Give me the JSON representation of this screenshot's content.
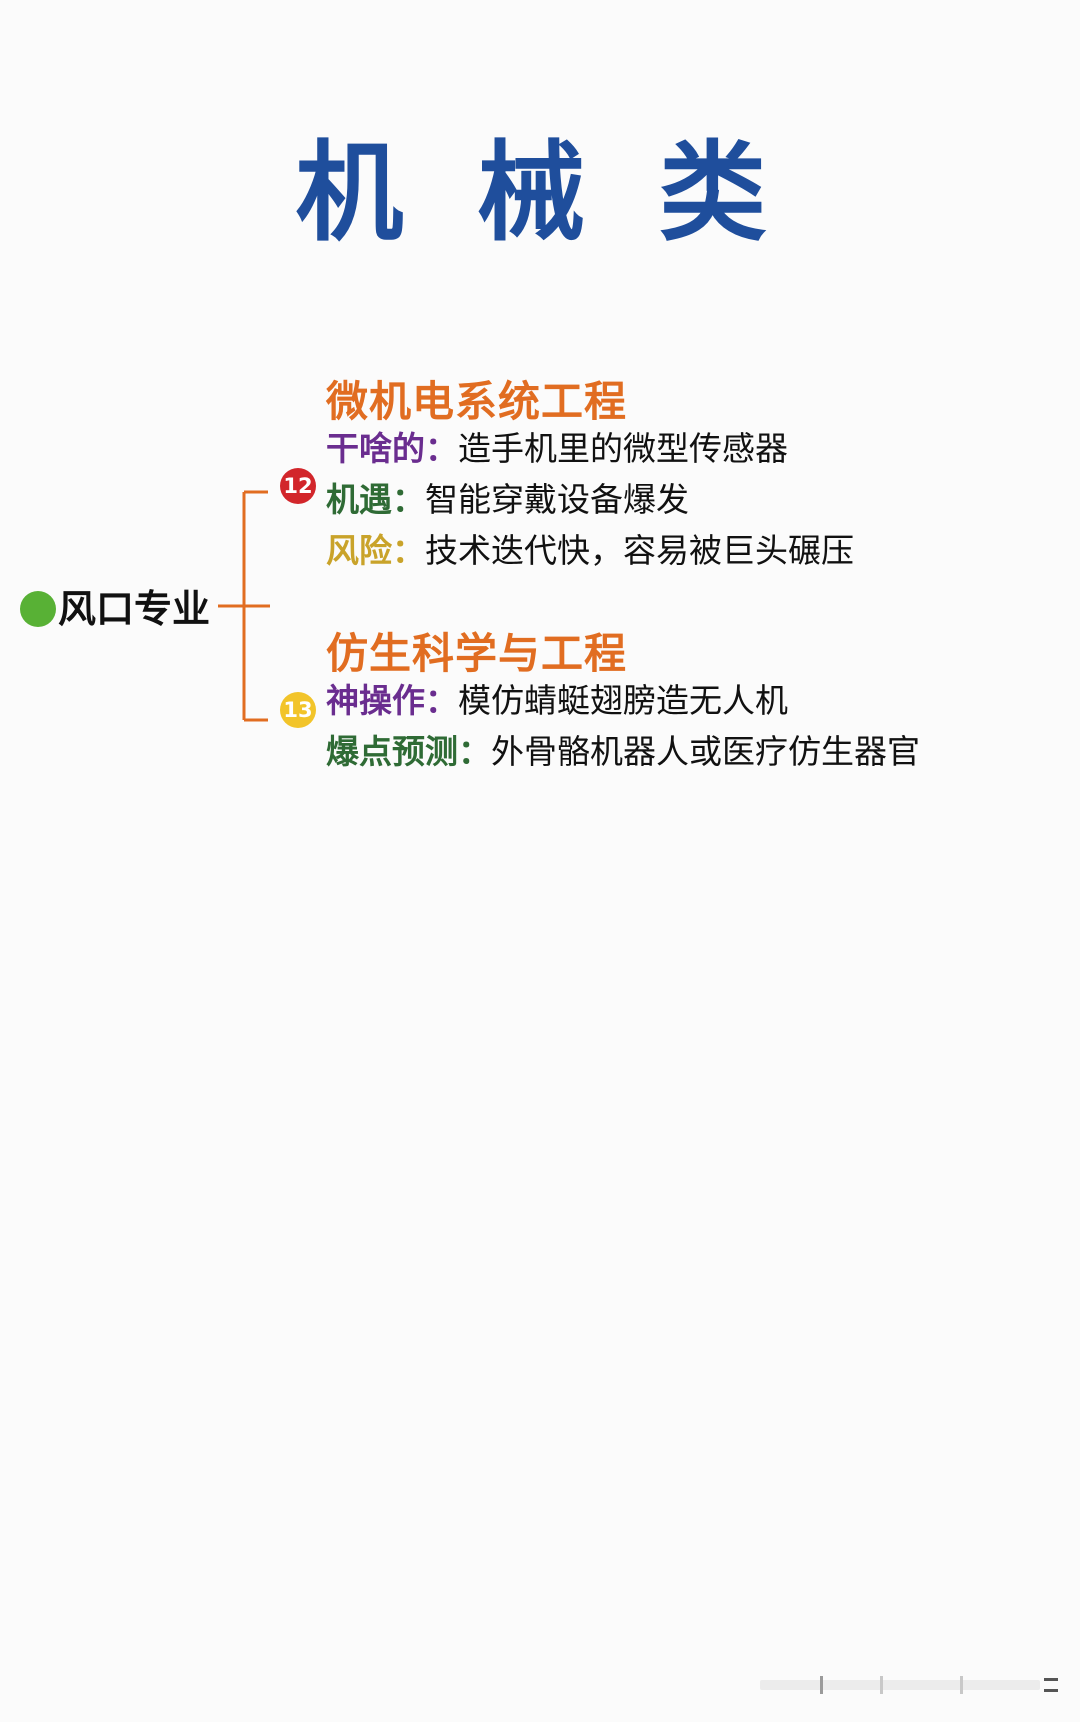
{
  "title": "机 械 类",
  "root": {
    "label": "风口专业"
  },
  "branches": [
    {
      "badge": "12",
      "title": "微机电系统工程",
      "rows": [
        {
          "key": "干啥的：",
          "value": "造手机里的微型传感器"
        },
        {
          "key": "机遇：",
          "value": "智能穿戴设备爆发"
        },
        {
          "key": "风险：",
          "value": "技术迭代快，容易被巨头碾压"
        }
      ]
    },
    {
      "badge": "13",
      "title": "仿生科学与工程",
      "rows": [
        {
          "key": "神操作：",
          "value": "模仿蜻蜓翅膀造无人机"
        },
        {
          "key": "爆点预测：",
          "value": "外骨骼机器人或医疗仿生器官"
        }
      ]
    }
  ],
  "colors": {
    "title": "#1f4e9c",
    "branch_title": "#e16d21",
    "bracket": "#e16d21",
    "root_dot": "#58b135",
    "badge_12": "#d2262b",
    "badge_13": "#f2c42a"
  }
}
